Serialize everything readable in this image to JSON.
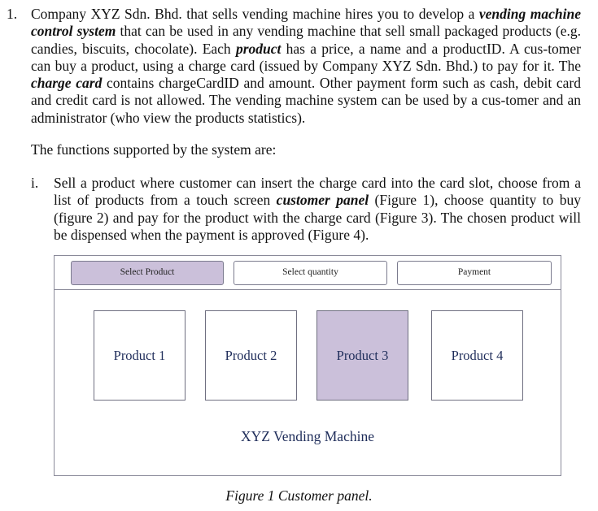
{
  "question": {
    "number": "1.",
    "paragraph": [
      {
        "t": "Company XYZ Sdn. Bhd. that sells vending machine hires you to develop a "
      },
      {
        "t": "vending machine control system",
        "em": true
      },
      {
        "t": " that can be used in any vending machine that sell small packaged products (e.g. candies, biscuits, chocolate). Each "
      },
      {
        "t": "product",
        "em": true
      },
      {
        "t": " has a price, a name and a productID. A cus-­tomer can buy a product, using a charge card (issued by Company XYZ Sdn. Bhd.) to pay for it. The "
      },
      {
        "t": "charge card",
        "em": true
      },
      {
        "t": " contains chargeCardID and amount. Other payment form such as cash, debit card and credit card is not allowed. The vending machine system can be used by a cus-­tomer and an administrator (who view the products statistics)."
      }
    ],
    "functions_intro": "The functions supported by the system are:",
    "items": [
      {
        "number": "i.",
        "text": [
          {
            "t": "Sell a product where customer can insert the charge card into the card slot, choose from a list of products from a touch screen "
          },
          {
            "t": "customer panel",
            "em": true
          },
          {
            "t": " (Figure 1), choose quantity to buy (figure 2) and pay for the product with the charge card (Figure 3). The chosen product will be dispensed when the payment is approved (Figure 4)."
          }
        ]
      }
    ]
  },
  "figure": {
    "steps": [
      {
        "label": "Select Product",
        "active": true
      },
      {
        "label": "Select quantity",
        "active": false
      },
      {
        "label": "Payment",
        "active": false
      }
    ],
    "products": [
      {
        "label": "Product 1",
        "selected": false
      },
      {
        "label": "Product 2",
        "selected": false
      },
      {
        "label": "Product 3",
        "selected": true
      },
      {
        "label": "Product 4",
        "selected": false
      }
    ],
    "machine_name": "XYZ Vending Machine",
    "caption": "Figure 1 Customer panel.",
    "colors": {
      "highlight": "#cbc0da",
      "border": "#7b7b8e",
      "product_text": "#1f2d5a"
    }
  }
}
